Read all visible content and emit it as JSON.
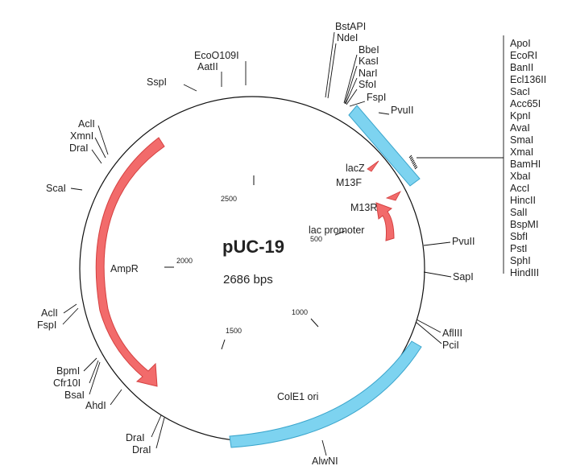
{
  "plasmid": {
    "name": "pUC-19",
    "size_label": "2686 bps"
  },
  "sites": [
    {
      "id": "bstapi",
      "label": "BstAPI"
    },
    {
      "id": "ndei",
      "label": "NdeI"
    },
    {
      "id": "bbei",
      "label": "BbeI"
    },
    {
      "id": "kasi",
      "label": "KasI"
    },
    {
      "id": "nari",
      "label": "NarI"
    },
    {
      "id": "sfoi",
      "label": "SfoI"
    },
    {
      "id": "fspi-top",
      "label": "FspI"
    },
    {
      "id": "pvuii-top",
      "label": "PvuII"
    },
    {
      "id": "eco0109i",
      "label": "EcoO109I"
    },
    {
      "id": "aatii",
      "label": "AatII"
    },
    {
      "id": "sspi",
      "label": "SspI"
    },
    {
      "id": "acli-top",
      "label": "AclI"
    },
    {
      "id": "xmni",
      "label": "XmnI"
    },
    {
      "id": "drai-left",
      "label": "DraI"
    },
    {
      "id": "scai",
      "label": "ScaI"
    },
    {
      "id": "acli-bottom",
      "label": "AclI"
    },
    {
      "id": "fspi-bottom",
      "label": "FspI"
    },
    {
      "id": "bpmi",
      "label": "BpmI"
    },
    {
      "id": "cfr10i",
      "label": "Cfr10I"
    },
    {
      "id": "bsai",
      "label": "BsaI"
    },
    {
      "id": "ahdi",
      "label": "AhdI"
    },
    {
      "id": "drai-b1",
      "label": "DraI"
    },
    {
      "id": "drai-b2",
      "label": "DraI"
    },
    {
      "id": "alwni",
      "label": "AlwNI"
    },
    {
      "id": "pvuii-right",
      "label": "PvuII"
    },
    {
      "id": "sapi",
      "label": "SapI"
    },
    {
      "id": "aflIII",
      "label": "AflIII"
    },
    {
      "id": "pcii",
      "label": "PciI"
    }
  ],
  "mcs_sites": [
    "ApoI",
    "EcoRI",
    "BanII",
    "Ecl136II",
    "SacI",
    "Acc65I",
    "KpnI",
    "AvaI",
    "SmaI",
    "XmaI",
    "BamHI",
    "XbaI",
    "AccI",
    "HincII",
    "SalI",
    "BspMI",
    "SbfI",
    "PstI",
    "SphI",
    "HindIII"
  ],
  "features": [
    {
      "id": "ampr",
      "label": "AmpR",
      "color": "#f26b6b"
    },
    {
      "id": "cole1",
      "label": "ColE1 ori",
      "color": "#7dd3f0"
    },
    {
      "id": "lacz",
      "label": "lacZ",
      "color": "#f26b6b"
    },
    {
      "id": "m13f",
      "label": "M13F"
    },
    {
      "id": "m13r",
      "label": "M13R"
    },
    {
      "id": "lacpromoter",
      "label": "lac promoter",
      "color": "#f26b6b"
    }
  ],
  "position_ticks": [
    {
      "id": "t500",
      "label": "500"
    },
    {
      "id": "t1000",
      "label": "1000"
    },
    {
      "id": "t1500",
      "label": "1500"
    },
    {
      "id": "t2000",
      "label": "2000"
    },
    {
      "id": "t2500",
      "label": "2500"
    }
  ]
}
